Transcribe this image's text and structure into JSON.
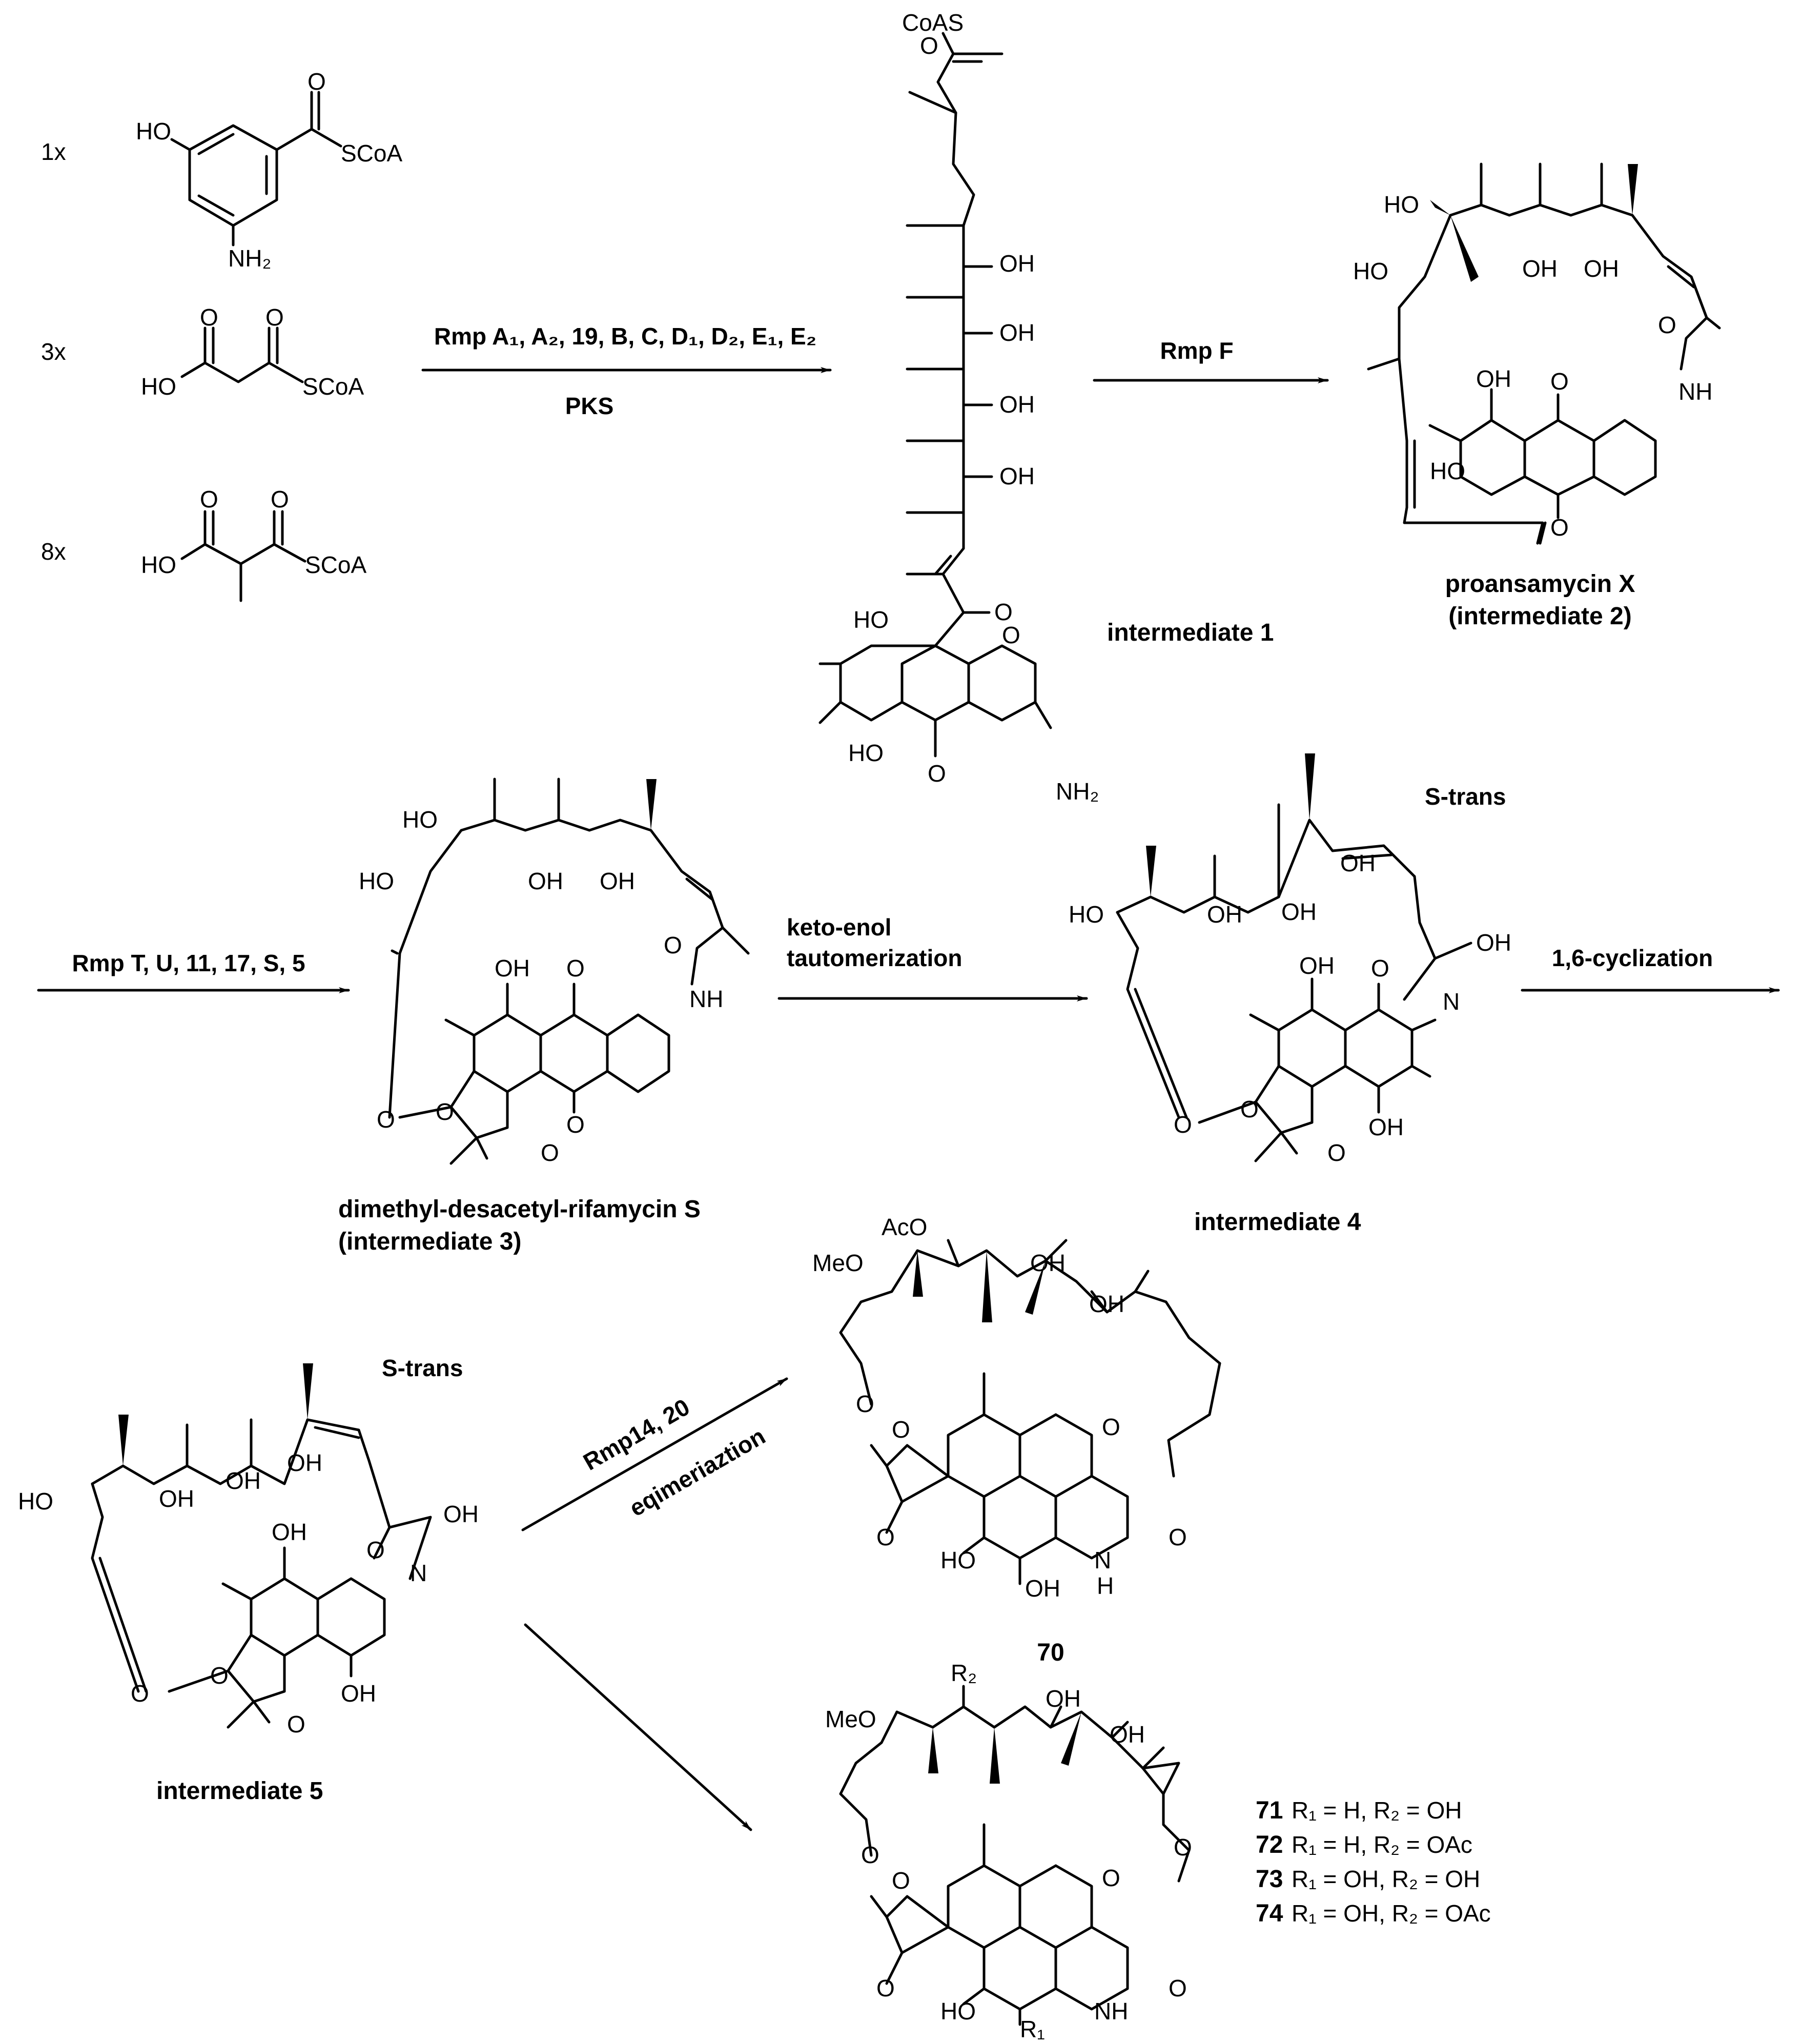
{
  "starters": {
    "mult_1": "1x",
    "mult_2": "3x",
    "mult_3": "8x"
  },
  "arrows": {
    "pks": {
      "line1": "Rmp A₁, A₂, 19, B, C, D₁, D₂, E₁, E₂",
      "line2": "PKS"
    },
    "rmp_f": "Rmp F",
    "rmp_t": "Rmp T, U, 11, 17, S, 5",
    "keto_enol": {
      "line1": "keto-enol",
      "line2": "tautomerization"
    },
    "cyclization": "1,6-cyclization",
    "rmp14": {
      "line1": "Rmp14, 20",
      "line2": "eqimeriaztion"
    }
  },
  "compounds": {
    "intermediate_1": "intermediate 1",
    "proansamycin": {
      "line1": "proansamycin X",
      "line2": "(intermediate 2)"
    },
    "intermediate_3": {
      "line1": "dimethyl-desacetyl-rifamycin S",
      "line2": "(intermediate 3)"
    },
    "intermediate_4": "intermediate 4",
    "intermediate_5": "intermediate 5",
    "c70": "70"
  },
  "annotations": {
    "s_trans_a": "S-trans",
    "s_trans_b": "S-trans"
  },
  "legend": [
    {
      "num": "71",
      "text": "R₁ = H, R₂ = OH"
    },
    {
      "num": "72",
      "text": "R₁ = H, R₂ = OAc"
    },
    {
      "num": "73",
      "text": "R₁ = OH, R₂ = OH"
    },
    {
      "num": "74",
      "text": "R₁ = OH, R₂ = OAc"
    }
  ],
  "atoms": {
    "HO": "HO",
    "OH": "OH",
    "O": "O",
    "NH": "NH",
    "N": "N",
    "NH2": "NH₂",
    "SCoA": "SCoA",
    "CoAS": "CoAS",
    "AcO": "AcO",
    "MeO": "MeO",
    "H": "H",
    "R1": "R₁",
    "R2": "R₂"
  }
}
